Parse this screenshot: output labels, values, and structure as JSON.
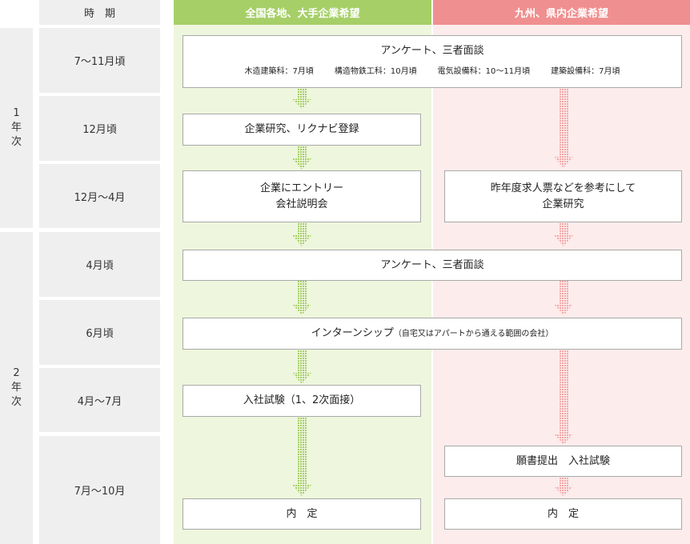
{
  "header": {
    "period": "時　期",
    "national": "全国各地、大手企業希望",
    "local": "九州、県内企業希望"
  },
  "years": {
    "first": [
      "1",
      "年",
      "次"
    ],
    "second": [
      "2",
      "年",
      "次"
    ]
  },
  "periods": [
    "7～11月頃",
    "12月頃",
    "12月～4月",
    "4月頃",
    "6月頃",
    "4月～7月",
    "7月～10月"
  ],
  "steps": {
    "survey1": {
      "title": "アンケート、三者面談",
      "departments": [
        "木造建築科：7月頃",
        "構造物鉄工科：10月頃",
        "電気設備科：10～11月頃",
        "建築設備科：7月頃"
      ]
    },
    "research": "企業研究、リクナビ登録",
    "entry": [
      "企業にエントリー",
      "会社説明会"
    ],
    "local_research": [
      "昨年度求人票などを参考にして",
      "企業研究"
    ],
    "survey2": "アンケート、三者面談",
    "internship": {
      "main": "インターンシップ",
      "note": "（自宅又はアパートから通える範囲の会社）"
    },
    "exam_national": "入社試験（1、2次面接）",
    "exam_local": "願書提出　入社試験",
    "offer_national": "内　定",
    "offer_local": "内　定"
  },
  "colors": {
    "green_header": "#a6cf68",
    "green_column": "#eef6dd",
    "green_arrow": "#a6cf68",
    "pink_header": "#f08f8f",
    "pink_column": "#fdecec",
    "pink_arrow": "#f4a7a7",
    "cell_gray": "#efefef",
    "box_border": "#a9a9a9"
  },
  "icons": [
    "down-arrow-icon"
  ]
}
